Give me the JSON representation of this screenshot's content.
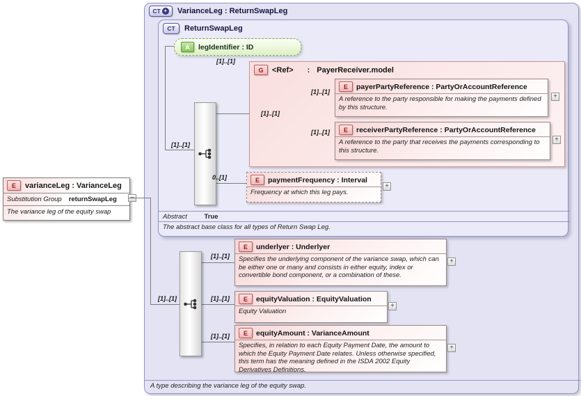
{
  "ui": {
    "expand": "+",
    "collapse": "−"
  },
  "icons": {
    "element": "E",
    "attribute": "A",
    "group": "G",
    "complex_type": "CT",
    "extension_plus": "+"
  },
  "root_element": {
    "title": "varianceLeg : VarianceLeg",
    "substitution_group": {
      "label": "Substitution Group",
      "value": "returnSwapLeg"
    },
    "description": "The variance leg of the equity swap"
  },
  "variance_leg_type": {
    "title": "VarianceLeg : ReturnSwapLeg",
    "footer": "A type describing the variance leg of the equity swap."
  },
  "return_swap_leg_type": {
    "title": "ReturnSwapLeg",
    "abstract": {
      "label": "Abstract",
      "value": "True"
    },
    "footer": "The abstract base class for all types of Return Swap Leg.",
    "attribute_leg_identifier": {
      "title": "legIdentifier : ID"
    },
    "sequence_cardinality": "[1]..[1]",
    "payer_receiver_group": {
      "name": "<Ref>",
      "colon": ":",
      "type": "PayerReceiver.model",
      "cardinality": "[1]..[1]",
      "sequence_cardinality": "[1]..[1]",
      "payer_party_reference": {
        "title": "payerPartyReference : PartyOrAccountReference",
        "description": "A reference to the party responsible for making the payments defined by this structure.",
        "cardinality": "[1]..[1]"
      },
      "receiver_party_reference": {
        "title": "receiverPartyReference : PartyOrAccountReference",
        "description": "A reference to the party that receives the payments corresponding to this structure.",
        "cardinality": "[1]..[1]"
      }
    },
    "payment_frequency": {
      "title": "paymentFrequency : Interval",
      "description": "Frequency at which this leg pays.",
      "cardinality": "0..[1]"
    }
  },
  "extension": {
    "sequence_cardinality": "[1]..[1]",
    "underlyer": {
      "title": "underlyer : Underlyer",
      "description": "Specifies the underlying component of the variance swap, which can be either one or many and consists in either equity, index or convertible bond component, or a combination of these.",
      "cardinality": "[1]..[1]"
    },
    "equity_valuation": {
      "title": "equityValuation : EquityValuation",
      "description": "Equity Valuation",
      "cardinality": "[1]..[1]"
    },
    "equity_amount": {
      "title": "equityAmount : VarianceAmount",
      "description": "Specifies, in relation to each Equity Payment Date, the amount to which the Equity Payment Date relates. Unless otherwise specified, this term has the meaning defined in the ISDA 2002 Equity Derivatives Definitions.",
      "cardinality": "[1]..[1]"
    }
  },
  "colors": {
    "container_lavender": "#e3e3f4",
    "element_pink": "#f7d7d7",
    "group_pink": "#f9dede",
    "attribute_green": "#dcf0c4",
    "connector_gray": "#7c7c7c"
  }
}
